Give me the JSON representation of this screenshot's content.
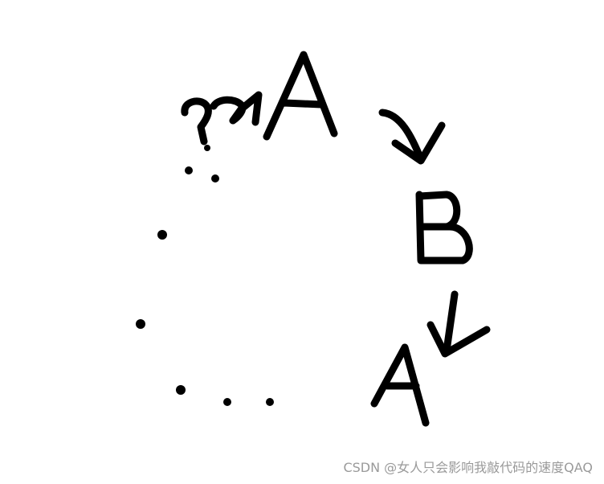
{
  "nodes": [
    {
      "id": "a-top",
      "label": "A"
    },
    {
      "id": "b-right",
      "label": "B"
    },
    {
      "id": "a-bottom",
      "label": "A"
    }
  ],
  "question_marks": "??",
  "watermark": "CSDN @女人只会影响我敲代码的速度QAQ"
}
